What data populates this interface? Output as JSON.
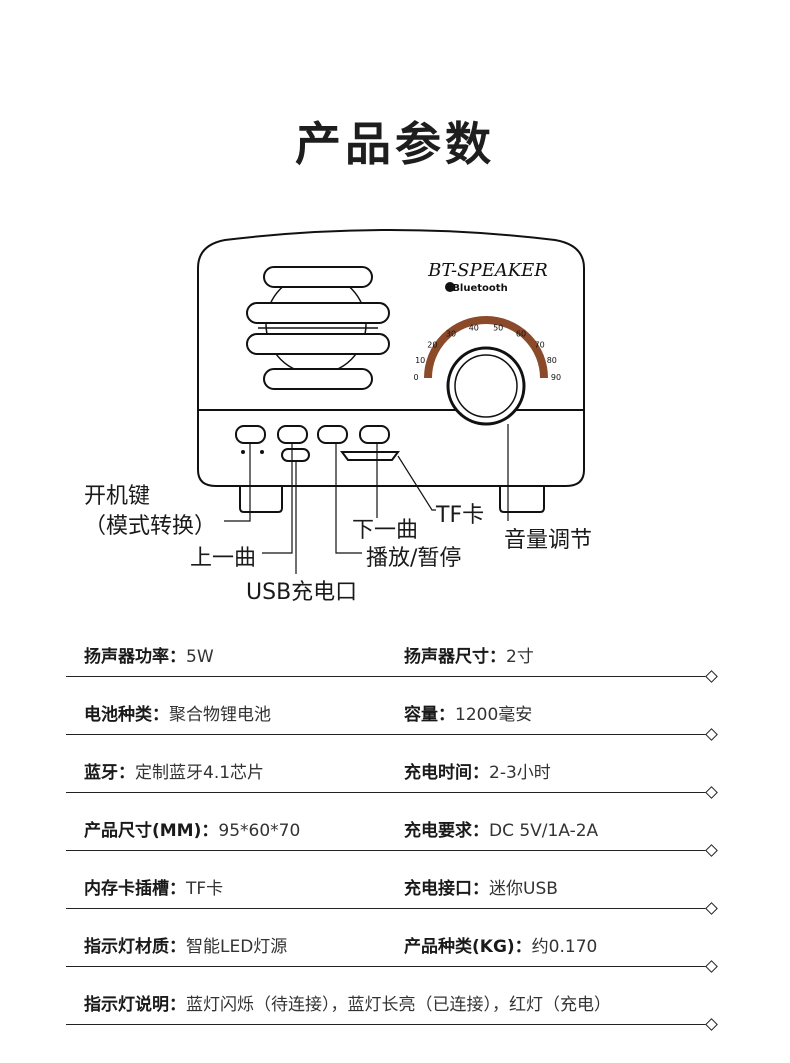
{
  "title": "产品参数",
  "device": {
    "brand_text": "BT-SPEAKER",
    "bluetooth_text": "Bluetooth",
    "dial_numbers": [
      "0",
      "10",
      "20",
      "30",
      "40",
      "50",
      "60",
      "70",
      "80",
      "90"
    ]
  },
  "callouts": {
    "power_key_line1": "开机键",
    "power_key_line2": "（模式转换）",
    "prev": "上一曲",
    "usb": "USB充电口",
    "next": "下一曲",
    "tf": "TF卡",
    "play": "播放/暂停",
    "volume": "音量调节"
  },
  "specs": [
    {
      "k1": "扬声器功率：",
      "v1": "5W",
      "k2": "扬声器尺寸：",
      "v2": "2寸"
    },
    {
      "k1": "电池种类：",
      "v1": "聚合物锂电池",
      "k2": "容量：",
      "v2": "1200毫安"
    },
    {
      "k1": "蓝牙：",
      "v1": "定制蓝牙4.1芯片",
      "k2": "充电时间：",
      "v2": "2-3小时"
    },
    {
      "k1": "产品尺寸(MM)：",
      "v1": "95*60*70",
      "k2": "充电要求：",
      "v2": "DC 5V/1A-2A"
    },
    {
      "k1": "内存卡插槽：",
      "v1": "TF卡",
      "k2": "充电接口：",
      "v2": "迷你USB"
    },
    {
      "k1": "指示灯材质：",
      "v1": "智能LED灯源",
      "k2": "产品种类(KG)：",
      "v2": "约0.170"
    }
  ],
  "indicator": {
    "k": "指示灯说明：",
    "v": "蓝灯闪烁（待连接），蓝灯长亮（已连接），红灯（充电）"
  }
}
